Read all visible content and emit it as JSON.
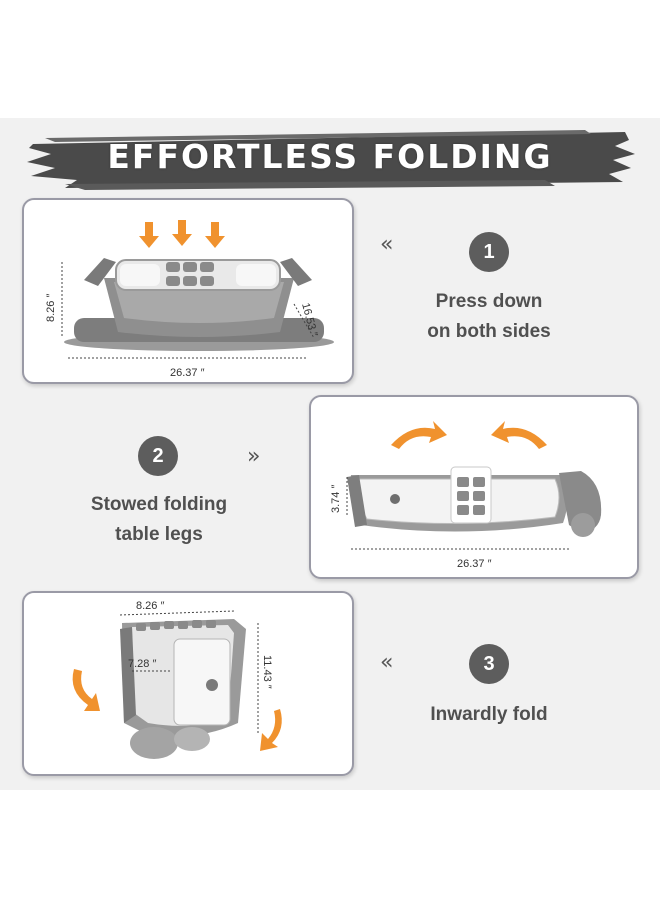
{
  "header": {
    "title": "EFFORTLESS FOLDING"
  },
  "steps": [
    {
      "number": "1",
      "chevron": "«",
      "line1": "Press down",
      "line2": "on both sides",
      "dimensions": {
        "width": "26.37 ″",
        "height": "8.26 ″",
        "depth": "16.53 ″"
      }
    },
    {
      "number": "2",
      "chevron": "»",
      "line1": "Stowed folding",
      "line2": "table legs",
      "dimensions": {
        "width": "26.37 ″",
        "height": "3.74 ″"
      }
    },
    {
      "number": "3",
      "chevron": "«",
      "line1": "Inwardly fold",
      "dimensions": {
        "top": "8.26 ″",
        "inner": "7.28 ″",
        "side": "11.43 ″"
      }
    }
  ],
  "colors": {
    "arrow": "#f0922e",
    "badge": "#5d5d5d",
    "product_gray": "#8f8f8f",
    "panel_border": "#9a9aa6"
  },
  "icons": [
    "down-arrow-icon",
    "curved-arrow-icon",
    "chevron-double-left-icon",
    "chevron-double-right-icon"
  ]
}
